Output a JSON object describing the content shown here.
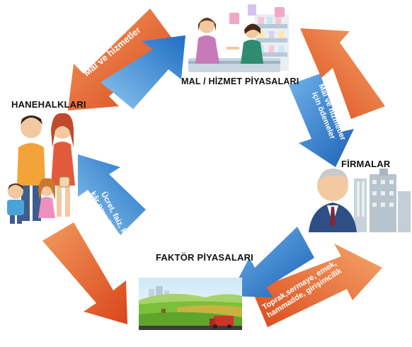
{
  "nodes": {
    "households": "HANEHALKLARI",
    "goods_market": "MAL / HİZMET PİYASALARI",
    "firms": "FİRMALAR",
    "factor_market": "FAKTÖR PİYASALARI"
  },
  "flows": {
    "goods_services": "Mal ve hizmetler",
    "payments_goods": [
      "Mal ve hizmetler",
      "için ödemeler"
    ],
    "factor_inputs": [
      "Toprak,sermaye, emek,",
      "hammadde, girişimcilik"
    ],
    "factor_payments": [
      "Ücret, faiz, kira,",
      "kâr payı ödemeleri"
    ]
  },
  "colors": {
    "orange_arrow": "#e0531f",
    "blue_arrow": "#2f7fd1",
    "sky": "#dff0fa",
    "field_green": "#7cbf3a"
  }
}
